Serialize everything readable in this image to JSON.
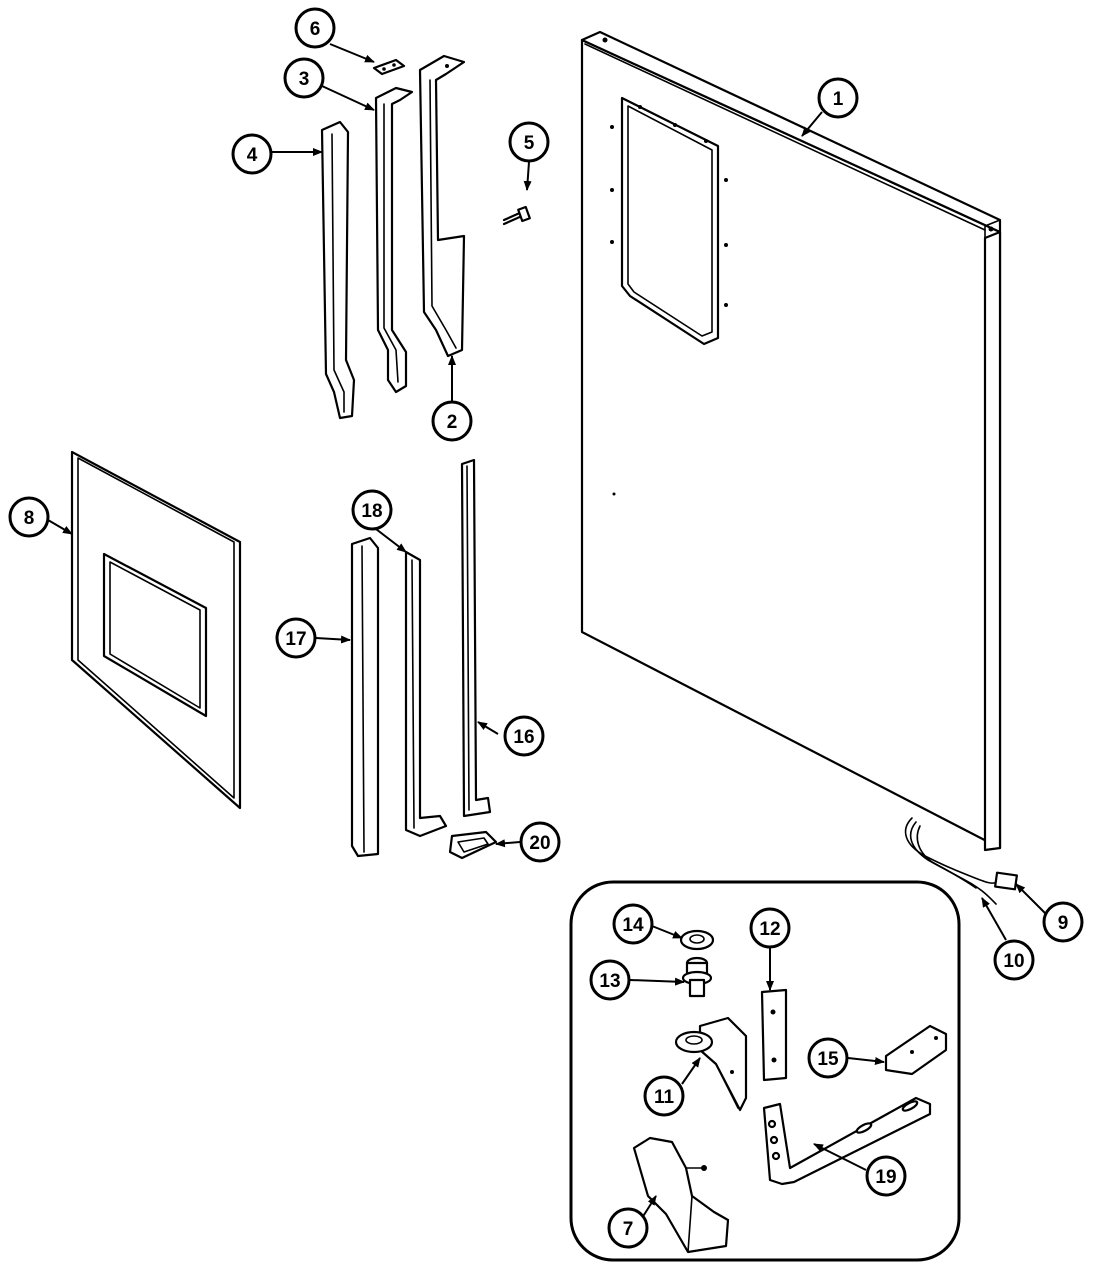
{
  "diagram": {
    "colors": {
      "ink": "#000000",
      "paper": "#ffffff"
    },
    "callouts": [
      {
        "id": "1",
        "label": "1"
      },
      {
        "id": "2",
        "label": "2"
      },
      {
        "id": "3",
        "label": "3"
      },
      {
        "id": "4",
        "label": "4"
      },
      {
        "id": "5",
        "label": "5"
      },
      {
        "id": "6",
        "label": "6"
      },
      {
        "id": "7",
        "label": "7"
      },
      {
        "id": "8",
        "label": "8"
      },
      {
        "id": "9",
        "label": "9"
      },
      {
        "id": "10",
        "label": "10"
      },
      {
        "id": "11",
        "label": "11"
      },
      {
        "id": "12",
        "label": "12"
      },
      {
        "id": "13",
        "label": "13"
      },
      {
        "id": "14",
        "label": "14"
      },
      {
        "id": "15",
        "label": "15"
      },
      {
        "id": "16",
        "label": "16"
      },
      {
        "id": "17",
        "label": "17"
      },
      {
        "id": "18",
        "label": "18"
      },
      {
        "id": "19",
        "label": "19"
      },
      {
        "id": "20",
        "label": "20"
      }
    ]
  }
}
